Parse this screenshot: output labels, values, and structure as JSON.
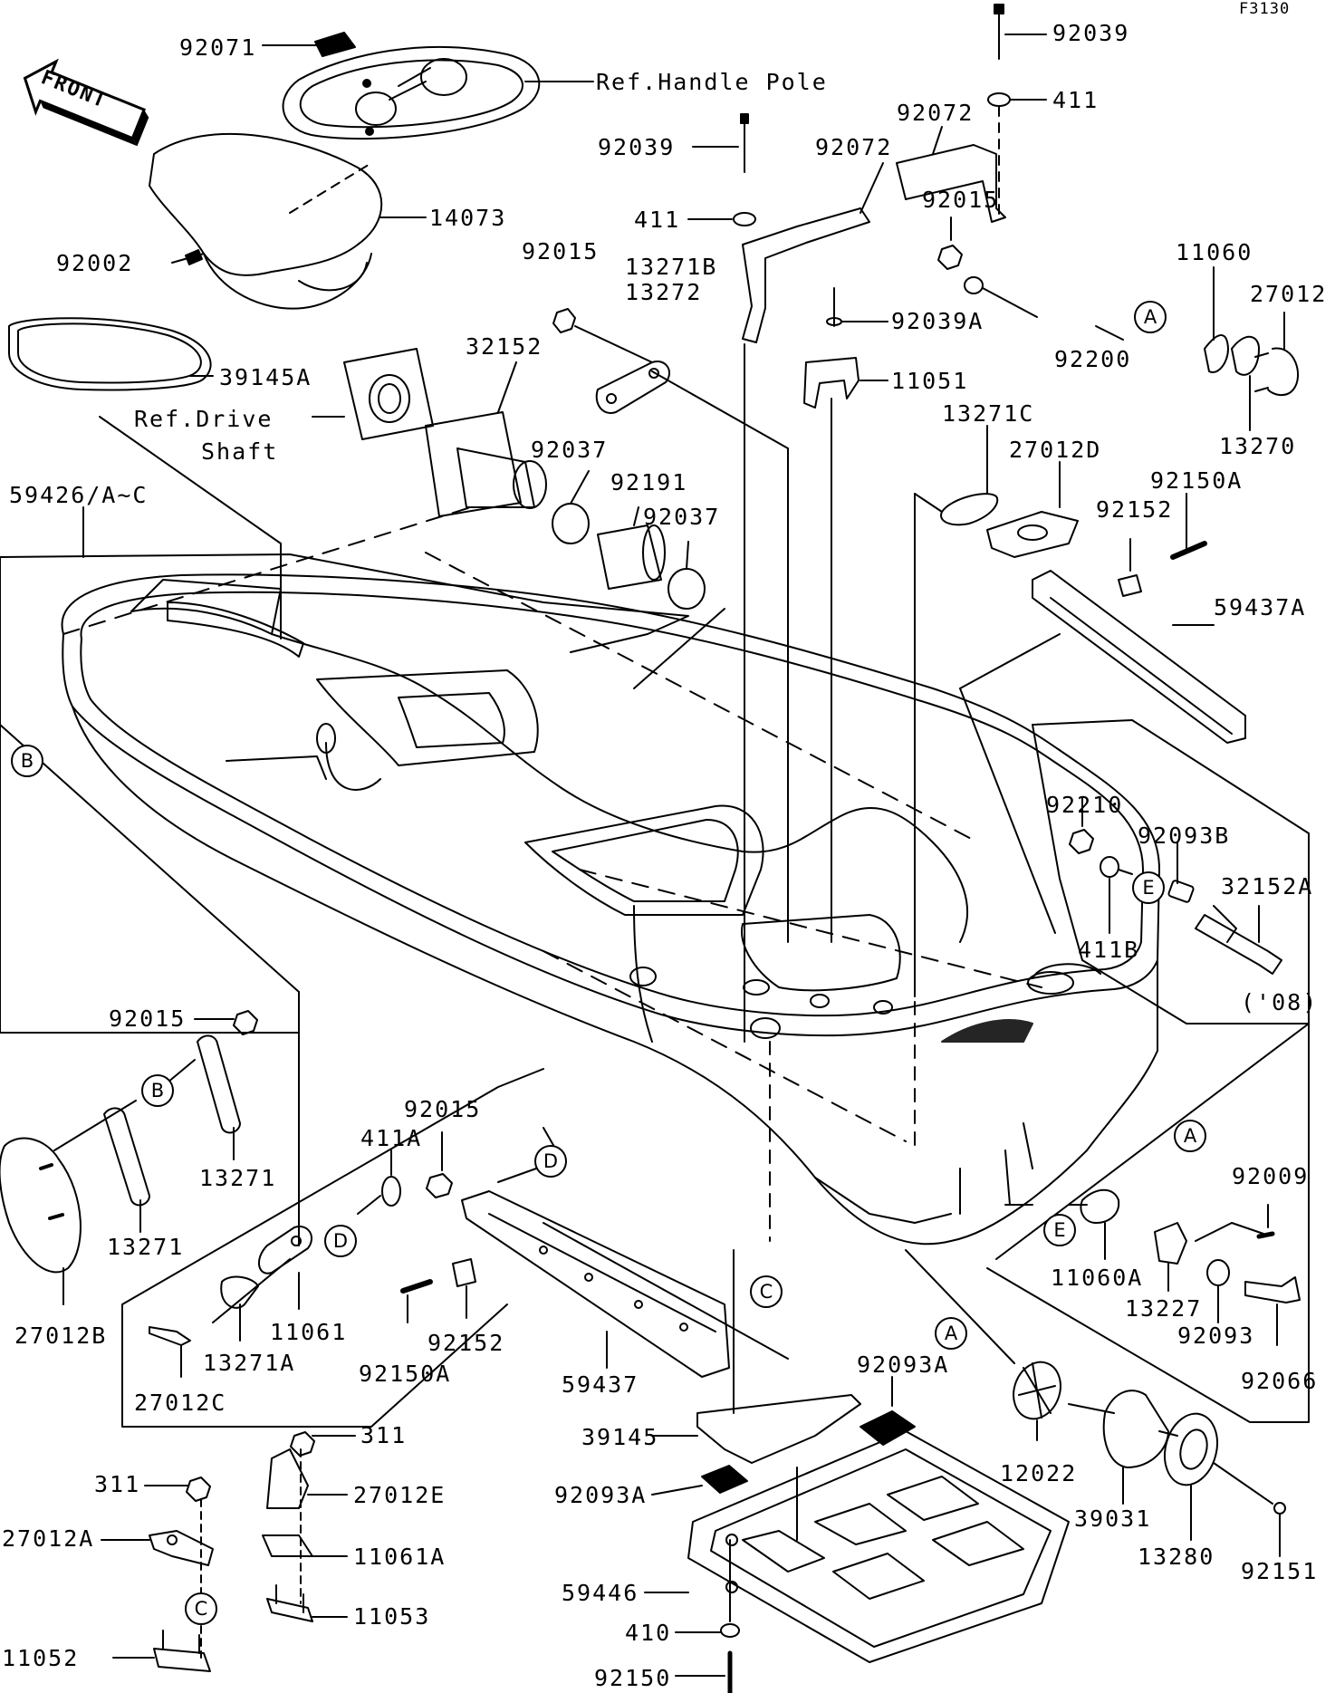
{
  "diagram_code": "F3130",
  "front_label": "FRONT",
  "labels": [
    {
      "id": "lbl-92071",
      "text": "92071"
    },
    {
      "id": "lbl-ref-handle-pole",
      "text": "Ref.Handle Pole"
    },
    {
      "id": "lbl-92039-top",
      "text": "92039"
    },
    {
      "id": "lbl-411-top",
      "text": "411"
    },
    {
      "id": "lbl-92072-a",
      "text": "92072"
    },
    {
      "id": "lbl-92039-mid",
      "text": "92039"
    },
    {
      "id": "lbl-92072-b",
      "text": "92072"
    },
    {
      "id": "lbl-14073",
      "text": "14073"
    },
    {
      "id": "lbl-92015-right",
      "text": "92015"
    },
    {
      "id": "lbl-411-mid",
      "text": "411"
    },
    {
      "id": "lbl-92002",
      "text": "92002"
    },
    {
      "id": "lbl-92015-mid",
      "text": "92015"
    },
    {
      "id": "lbl-13271b",
      "text": "13271B"
    },
    {
      "id": "lbl-13272",
      "text": "13272"
    },
    {
      "id": "lbl-11060",
      "text": "11060"
    },
    {
      "id": "lbl-27012",
      "text": "27012"
    },
    {
      "id": "lbl-92039a",
      "text": "92039A"
    },
    {
      "id": "lbl-32152",
      "text": "32152"
    },
    {
      "id": "lbl-39145a",
      "text": "39145A"
    },
    {
      "id": "lbl-92200",
      "text": "92200"
    },
    {
      "id": "lbl-11051",
      "text": "11051"
    },
    {
      "id": "lbl-ref-drive",
      "text": "Ref.Drive"
    },
    {
      "id": "lbl-shaft",
      "text": "Shaft"
    },
    {
      "id": "lbl-13271c",
      "text": "13271C"
    },
    {
      "id": "lbl-13270",
      "text": "13270"
    },
    {
      "id": "lbl-92037-a",
      "text": "92037"
    },
    {
      "id": "lbl-27012d",
      "text": "27012D"
    },
    {
      "id": "lbl-92191",
      "text": "92191"
    },
    {
      "id": "lbl-92150a-top",
      "text": "92150A"
    },
    {
      "id": "lbl-59426",
      "text": "59426/A~C"
    },
    {
      "id": "lbl-92037-b",
      "text": "92037"
    },
    {
      "id": "lbl-92152-top",
      "text": "92152"
    },
    {
      "id": "lbl-59437a",
      "text": "59437A"
    },
    {
      "id": "lbl-92210",
      "text": "92210"
    },
    {
      "id": "lbl-92093b",
      "text": "92093B"
    },
    {
      "id": "lbl-32152a",
      "text": "32152A"
    },
    {
      "id": "lbl-411b",
      "text": "411B"
    },
    {
      "id": "lbl-08",
      "text": "('08)"
    },
    {
      "id": "lbl-92015-left",
      "text": "92015"
    },
    {
      "id": "lbl-13271-a",
      "text": "13271"
    },
    {
      "id": "lbl-13271-b",
      "text": "13271"
    },
    {
      "id": "lbl-27012b",
      "text": "27012B"
    },
    {
      "id": "lbl-92015-low",
      "text": "92015"
    },
    {
      "id": "lbl-411a",
      "text": "411A"
    },
    {
      "id": "lbl-92009",
      "text": "92009"
    },
    {
      "id": "lbl-11060a",
      "text": "11060A"
    },
    {
      "id": "lbl-13227",
      "text": "13227"
    },
    {
      "id": "lbl-92093",
      "text": "92093"
    },
    {
      "id": "lbl-92066",
      "text": "92066"
    },
    {
      "id": "lbl-11061",
      "text": "11061"
    },
    {
      "id": "lbl-13271a",
      "text": "13271A"
    },
    {
      "id": "lbl-92150a-low",
      "text": "92150A"
    },
    {
      "id": "lbl-92152-low",
      "text": "92152"
    },
    {
      "id": "lbl-27012c",
      "text": "27012C"
    },
    {
      "id": "lbl-59437",
      "text": "59437"
    },
    {
      "id": "lbl-92093a-top",
      "text": "92093A"
    },
    {
      "id": "lbl-311-top",
      "text": "311"
    },
    {
      "id": "lbl-311-left",
      "text": "311"
    },
    {
      "id": "lbl-27012e",
      "text": "27012E"
    },
    {
      "id": "lbl-39145",
      "text": "39145"
    },
    {
      "id": "lbl-12022",
      "text": "12022"
    },
    {
      "id": "lbl-92093a-low",
      "text": "92093A"
    },
    {
      "id": "lbl-27012a",
      "text": "27012A"
    },
    {
      "id": "lbl-11061a",
      "text": "11061A"
    },
    {
      "id": "lbl-39031",
      "text": "39031"
    },
    {
      "id": "lbl-13280",
      "text": "13280"
    },
    {
      "id": "lbl-59446",
      "text": "59446"
    },
    {
      "id": "lbl-11053",
      "text": "11053"
    },
    {
      "id": "lbl-92151",
      "text": "92151"
    },
    {
      "id": "lbl-410",
      "text": "410"
    },
    {
      "id": "lbl-11052",
      "text": "11052"
    },
    {
      "id": "lbl-92150",
      "text": "92150"
    }
  ],
  "markers": [
    {
      "id": "mk-a-top",
      "letter": "A"
    },
    {
      "id": "mk-b-hull",
      "letter": "B"
    },
    {
      "id": "mk-e-bracket",
      "letter": "E"
    },
    {
      "id": "mk-b-plate",
      "letter": "B"
    },
    {
      "id": "mk-a-hull",
      "letter": "A"
    },
    {
      "id": "mk-d-hull",
      "letter": "D"
    },
    {
      "id": "mk-d-plate",
      "letter": "D"
    },
    {
      "id": "mk-e-hull",
      "letter": "E"
    },
    {
      "id": "mk-c-hull",
      "letter": "C"
    },
    {
      "id": "mk-a-bottom",
      "letter": "A"
    },
    {
      "id": "mk-c-bottom",
      "letter": "C"
    }
  ]
}
